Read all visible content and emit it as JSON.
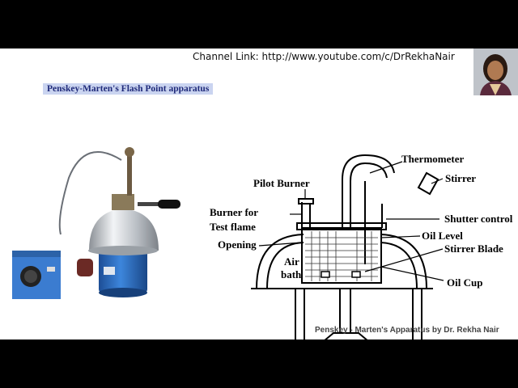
{
  "channel_link": {
    "label": "Channel Link:",
    "url": "http://www.youtube.com/c/DrRekhaNair"
  },
  "slide_title": "Penskey-Marten's Flash Point apparatus",
  "diagram": {
    "labels": {
      "thermometer": "Thermometer",
      "stirrer": "Stirrer",
      "pilot_burner": "Pilot Burner",
      "burner_line1": "Burner for",
      "burner_line2": "Test flame",
      "shutter_control": "Shutter control",
      "oil_level": "Oil Level",
      "opening": "Opening",
      "stirrer_blade": "Stirrer Blade",
      "air": "Air",
      "bath": "bath",
      "oil_cup": "Oil Cup"
    }
  },
  "caption": "Penskey - Marten's Apparatus by Dr. Rekha Nair",
  "colors": {
    "title_bg": "#cad4f0",
    "title_text": "#1f2a7a",
    "apparatus_blue": "#2e6fc4",
    "chrome": "#cfd3d8"
  }
}
